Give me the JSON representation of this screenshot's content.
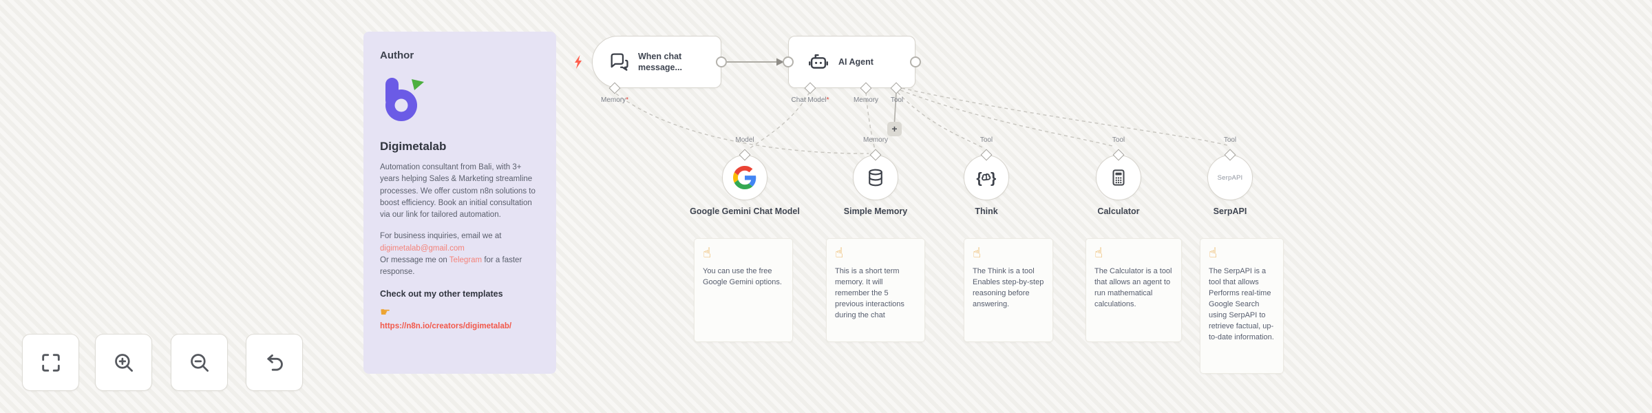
{
  "author_panel": {
    "heading": "Author",
    "name": "Digimetalab",
    "bio": "Automation consultant from Bali, with 3+ years helping Sales & Marketing streamline processes. We offer custom n8n solutions to boost efficiency. Book an initial consultation via our link for tailored automation.",
    "contact_prefix": "For business inquiries, email we at",
    "email": "digimetalab@gmail.com",
    "contact_mid": "Or message me on",
    "telegram_label": "Telegram",
    "contact_suffix": "for a faster response.",
    "templates_heading": "Check out my other templates",
    "pointer_glyph": "☛",
    "templates_url": "https://n8n.io/creators/digimetalab/"
  },
  "workflow": {
    "required_marker": "*",
    "trigger": {
      "label": "When chat message...",
      "connector_label": "Memory"
    },
    "agent": {
      "label": "AI Agent",
      "connector_chat_model": "Chat Model",
      "connector_memory": "Memory",
      "connector_tool": "Tool"
    },
    "add_tool_label": "+",
    "subnodes": [
      {
        "type_label": "Model",
        "name": "Google Gemini Chat Model",
        "icon": "google-g-icon"
      },
      {
        "type_label": "Memory",
        "name": "Simple Memory",
        "icon": "database-icon"
      },
      {
        "type_label": "Tool",
        "name": "Think",
        "icon": "brain-braces-icon"
      },
      {
        "type_label": "Tool",
        "name": "Calculator",
        "icon": "calculator-icon"
      },
      {
        "type_label": "Tool",
        "name": "SerpAPI",
        "icon": "serpapi-text",
        "inner_text": "SerpAPI"
      }
    ],
    "notes": [
      {
        "hand": "☝",
        "text": "You can use the free Google Gemini options."
      },
      {
        "hand": "☝",
        "text": "This is a short term memory. It will remember the 5 previous interactions during the chat"
      },
      {
        "hand": "☝",
        "text": "The Think is a tool Enables step-by-step reasoning before answering."
      },
      {
        "hand": "☝",
        "text": "The Calculator is a tool that allows an agent to run mathematical calculations."
      },
      {
        "hand": "☝",
        "text": "The SerpAPI is a tool that allows Performs real-time Google Search using SerpAPI to retrieve factual, up-to-date information."
      }
    ]
  },
  "controls": {
    "fit_view": "Fit view",
    "zoom_in": "Zoom in",
    "zoom_out": "Zoom out",
    "undo": "Reset zoom"
  },
  "colors": {
    "canvas_bg": "#f6f5f2",
    "panel_bg": "#e6e3f4",
    "logo_purple": "#6b5be6",
    "logo_green": "#4caf3f",
    "link_salmon": "#f4837a",
    "link_red": "#f2584a",
    "required_red": "#e03c36",
    "trigger_bolt": "#ff5f4d",
    "hand_orange": "#e8a33b"
  }
}
